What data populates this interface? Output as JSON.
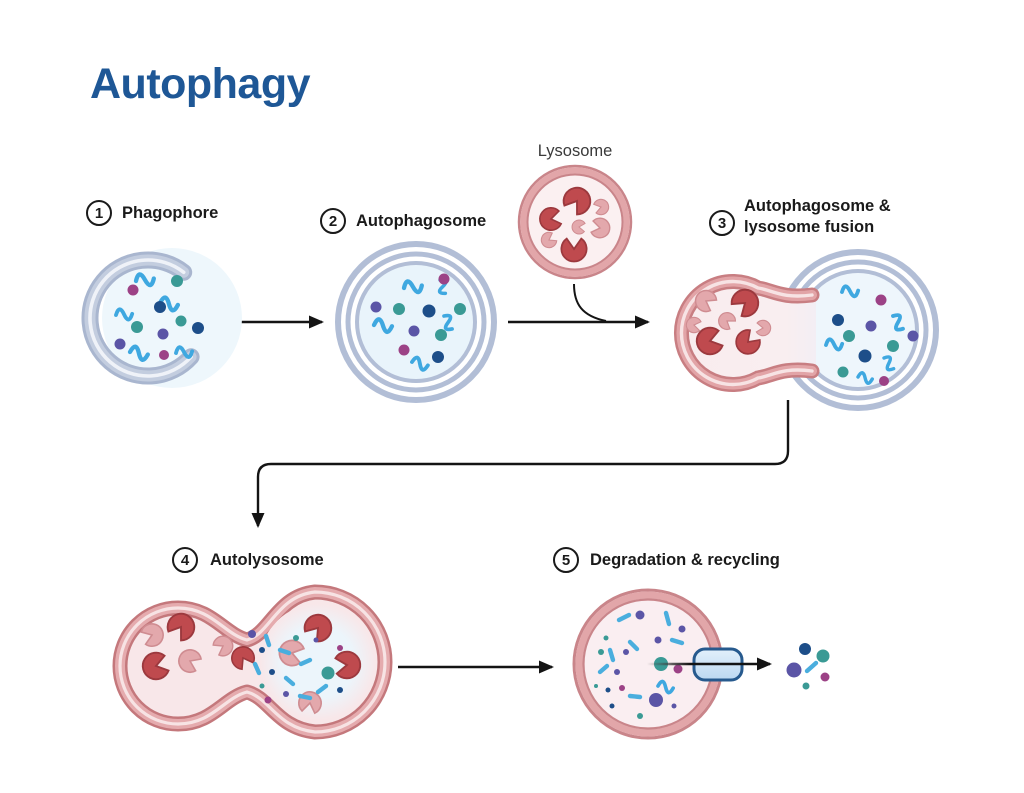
{
  "title": "Autophagy",
  "lysosome_label": "Lysosome",
  "stages": [
    {
      "number": "1",
      "label": "Phagophore"
    },
    {
      "number": "2",
      "label": "Autophagosome"
    },
    {
      "number": "3",
      "label": "Autophagosome & lysosome fusion"
    },
    {
      "number": "4",
      "label": "Autolysosome"
    },
    {
      "number": "5",
      "label": "Degradation & recycling"
    }
  ],
  "palette": {
    "title_blue": "#1e5796",
    "label_black": "#1a1a1a",
    "membrane_blue_gray": "#b2bed6",
    "vesicle_fill_blue": "#e9f4fb",
    "membrane_red_band": "#e2a4a7",
    "membrane_red_edge": "#c87e82",
    "lysosome_fill_pink": "#faeef1",
    "enzyme_dark_red": "#bf4a4e",
    "enzyme_light_pink": "#e3a8ac",
    "cargo_squiggle_blue": "#3fa8e0",
    "cargo_navy": "#1d4e89",
    "cargo_teal": "#3a9a95",
    "cargo_violet": "#5b55a6",
    "cargo_magenta": "#9c4286",
    "transporter_fill": "#cfe4f7",
    "transporter_stroke": "#275a8e",
    "arrow_black": "#141414"
  }
}
